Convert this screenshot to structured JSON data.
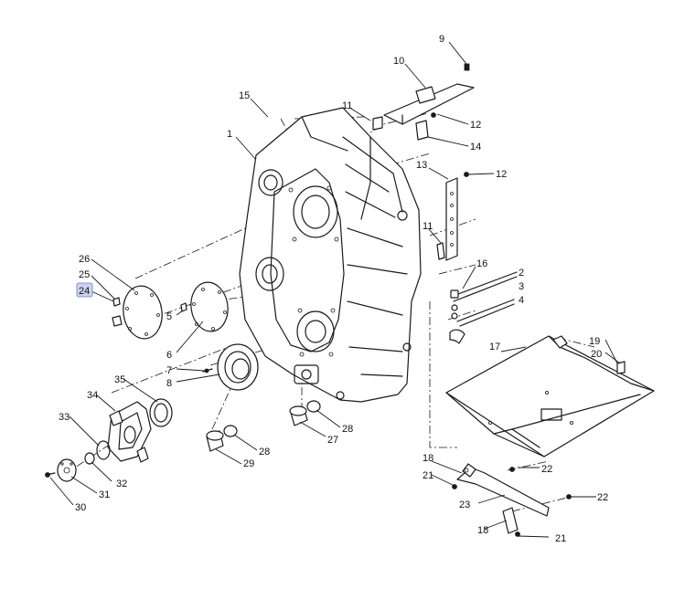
{
  "callouts": [
    {
      "id": "c1",
      "label": "1"
    },
    {
      "id": "c2",
      "label": "2"
    },
    {
      "id": "c3",
      "label": "3"
    },
    {
      "id": "c4",
      "label": "4"
    },
    {
      "id": "c5",
      "label": "5"
    },
    {
      "id": "c6",
      "label": "6"
    },
    {
      "id": "c7",
      "label": "7"
    },
    {
      "id": "c8",
      "label": "8"
    },
    {
      "id": "c9",
      "label": "9"
    },
    {
      "id": "c10",
      "label": "10"
    },
    {
      "id": "c11a",
      "label": "11"
    },
    {
      "id": "c11b",
      "label": "11"
    },
    {
      "id": "c12a",
      "label": "12"
    },
    {
      "id": "c12b",
      "label": "12"
    },
    {
      "id": "c13",
      "label": "13"
    },
    {
      "id": "c14",
      "label": "14"
    },
    {
      "id": "c15",
      "label": "15"
    },
    {
      "id": "c16",
      "label": "16"
    },
    {
      "id": "c17",
      "label": "17"
    },
    {
      "id": "c18a",
      "label": "18"
    },
    {
      "id": "c18b",
      "label": "18"
    },
    {
      "id": "c19",
      "label": "19"
    },
    {
      "id": "c20",
      "label": "20"
    },
    {
      "id": "c21a",
      "label": "21"
    },
    {
      "id": "c21b",
      "label": "21"
    },
    {
      "id": "c22a",
      "label": "22"
    },
    {
      "id": "c22b",
      "label": "22"
    },
    {
      "id": "c23",
      "label": "23"
    },
    {
      "id": "c24",
      "label": "24",
      "highlighted": true
    },
    {
      "id": "c25",
      "label": "25"
    },
    {
      "id": "c26",
      "label": "26"
    },
    {
      "id": "c27",
      "label": "27"
    },
    {
      "id": "c28a",
      "label": "28"
    },
    {
      "id": "c28b",
      "label": "28"
    },
    {
      "id": "c29",
      "label": "29"
    },
    {
      "id": "c30",
      "label": "30"
    },
    {
      "id": "c31",
      "label": "31"
    },
    {
      "id": "c32",
      "label": "32"
    },
    {
      "id": "c33",
      "label": "33"
    },
    {
      "id": "c34",
      "label": "34"
    },
    {
      "id": "c35",
      "label": "35"
    }
  ],
  "colors": {
    "ink": "#1a1a1a",
    "highlight": "#c9d4ee"
  }
}
